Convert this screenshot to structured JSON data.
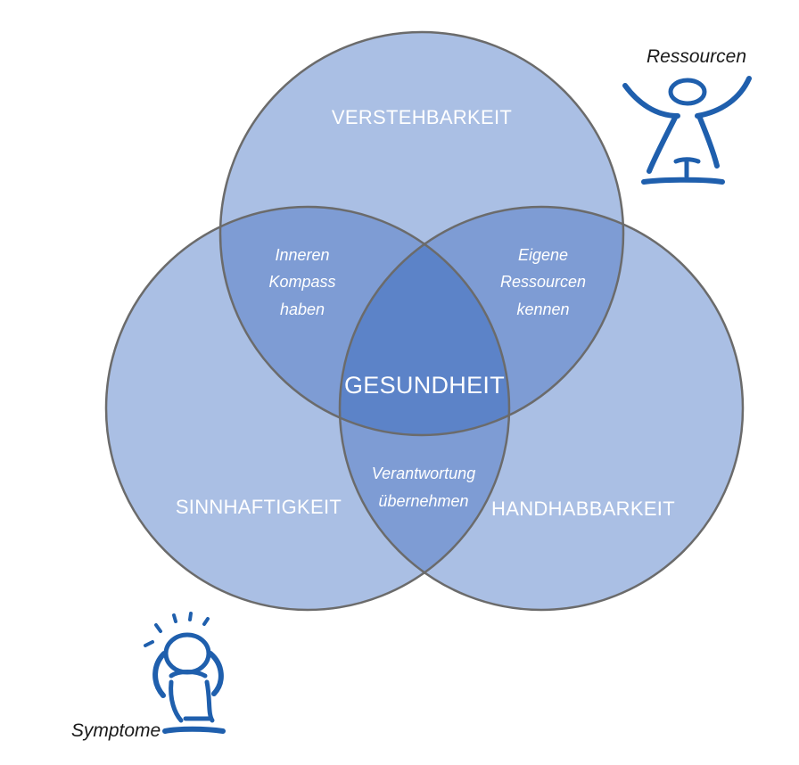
{
  "diagram": {
    "circles": {
      "top": "VERSTEHBARKEIT",
      "left": "SINNHAFTIGKEIT",
      "right": "HANDHABBARKEIT"
    },
    "center": "GESUNDHEIT",
    "overlaps": {
      "top_left": [
        "Inneren",
        "Kompass",
        "haben"
      ],
      "top_right": [
        "Eigene",
        "Ressourcen",
        "kennen"
      ],
      "bottom": [
        "Verantwortung",
        "übernehmen"
      ]
    }
  },
  "figures": {
    "resources": {
      "caption": "Ressourcen",
      "icon": "cheering-figure-icon"
    },
    "symptoms": {
      "caption": "Symptome",
      "icon": "distressed-figure-icon"
    }
  },
  "colors": {
    "circle_fill": "#aabfe4",
    "overlap_fill": "#7e9cd4",
    "center_fill": "#5c83c8",
    "circle_stroke": "#6b6b6b",
    "figure_blue": "#1f5fad"
  }
}
